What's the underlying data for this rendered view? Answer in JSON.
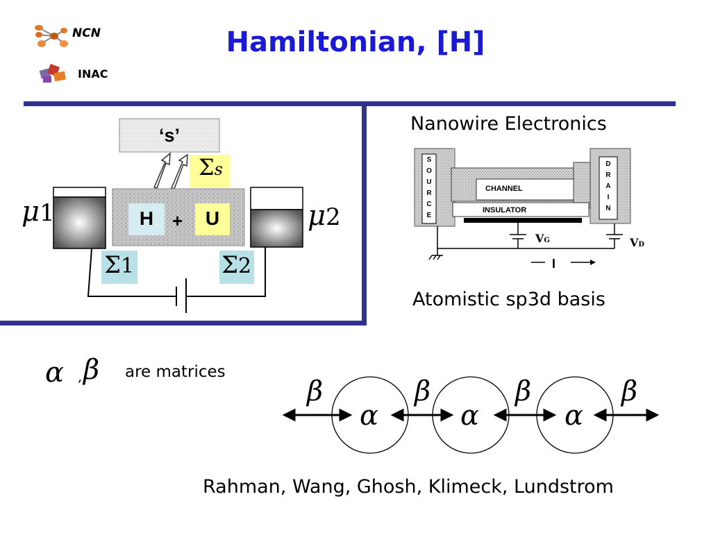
{
  "logos": {
    "ncn": "NCN",
    "inac": "INAC"
  },
  "title": "Hamiltonian, [H]",
  "device": {
    "s_label": "‘s’",
    "sigma_s": {
      "base": "Σ",
      "sub": "s"
    },
    "mu1": {
      "base": "μ",
      "sub": "1"
    },
    "mu2": {
      "base": "μ",
      "sub": "2"
    },
    "h_label": "H",
    "plus": "+",
    "u_label": "U",
    "sigma1": {
      "base": "Σ",
      "sub": "1"
    },
    "sigma2": {
      "base": "Σ",
      "sub": "2"
    }
  },
  "nanowire": {
    "title": "Nanowire Electronics",
    "source_letters": [
      "S",
      "O",
      "U",
      "R",
      "C",
      "E"
    ],
    "drain_letters": [
      "D",
      "R",
      "A",
      "I",
      "N"
    ],
    "channel": "CHANNEL",
    "insulator": "INSULATOR",
    "vg": {
      "base": "V",
      "sub": "G"
    },
    "vd": {
      "base": "V",
      "sub": "D"
    },
    "current": "I",
    "basis": "Atomistic sp3d basis"
  },
  "matrices": {
    "alpha": "α",
    "comma": ",",
    "beta": "β",
    "text": "are matrices"
  },
  "chain": {
    "alpha": "α",
    "beta": "β"
  },
  "authors": "Rahman, Wang, Ghosh, Klimeck, Lundstrom",
  "colors": {
    "title": "#1a1ad6",
    "divider": "#2e3192",
    "sigma_s_bg": "#ffff99",
    "sigma_bg": "#b7e1e6",
    "u_bg": "#ffff99",
    "h_bg": "#d6ecf3"
  }
}
